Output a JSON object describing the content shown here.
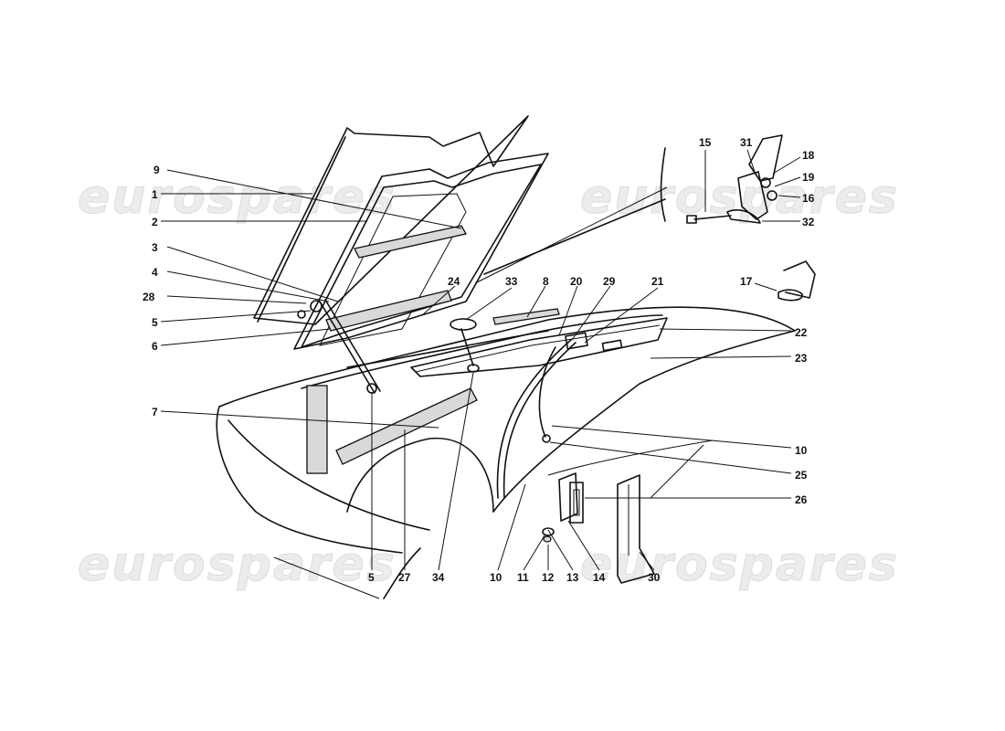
{
  "watermark": {
    "text": "eurospares"
  },
  "callouts": [
    {
      "id": "c9",
      "label": "9"
    },
    {
      "id": "c1",
      "label": "1"
    },
    {
      "id": "c2",
      "label": "2"
    },
    {
      "id": "c3",
      "label": "3"
    },
    {
      "id": "c4",
      "label": "4"
    },
    {
      "id": "c28",
      "label": "28"
    },
    {
      "id": "c5a",
      "label": "5"
    },
    {
      "id": "c6",
      "label": "6"
    },
    {
      "id": "c7",
      "label": "7"
    },
    {
      "id": "c24",
      "label": "24"
    },
    {
      "id": "c33",
      "label": "33"
    },
    {
      "id": "c8",
      "label": "8"
    },
    {
      "id": "c20",
      "label": "20"
    },
    {
      "id": "c29",
      "label": "29"
    },
    {
      "id": "c21",
      "label": "21"
    },
    {
      "id": "c22",
      "label": "22"
    },
    {
      "id": "c23",
      "label": "23"
    },
    {
      "id": "c10a",
      "label": "10"
    },
    {
      "id": "c25",
      "label": "25"
    },
    {
      "id": "c26",
      "label": "26"
    },
    {
      "id": "c15",
      "label": "15"
    },
    {
      "id": "c31",
      "label": "31"
    },
    {
      "id": "c18",
      "label": "18"
    },
    {
      "id": "c19",
      "label": "19"
    },
    {
      "id": "c16",
      "label": "16"
    },
    {
      "id": "c32",
      "label": "32"
    },
    {
      "id": "c17",
      "label": "17"
    },
    {
      "id": "c5b",
      "label": "5"
    },
    {
      "id": "c27",
      "label": "27"
    },
    {
      "id": "c34",
      "label": "34"
    },
    {
      "id": "c10b",
      "label": "10"
    },
    {
      "id": "c11",
      "label": "11"
    },
    {
      "id": "c12",
      "label": "12"
    },
    {
      "id": "c13",
      "label": "13"
    },
    {
      "id": "c14",
      "label": "14"
    },
    {
      "id": "c30",
      "label": "30"
    }
  ]
}
